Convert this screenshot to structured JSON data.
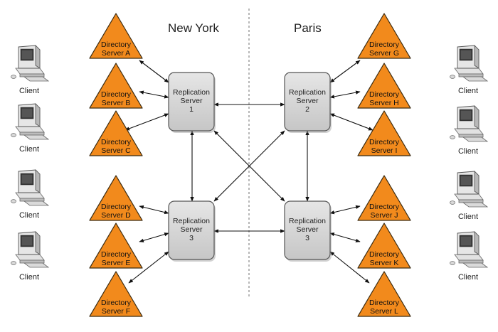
{
  "regions": {
    "left": "New York",
    "right": "Paris"
  },
  "client_label": "Client",
  "directory_servers": [
    {
      "line1": "Directory",
      "line2": "Server A"
    },
    {
      "line1": "Directory",
      "line2": "Server B"
    },
    {
      "line1": "Directory",
      "line2": "Server C"
    },
    {
      "line1": "Directory",
      "line2": "Server D"
    },
    {
      "line1": "Directory",
      "line2": "Server E"
    },
    {
      "line1": "Directory",
      "line2": "Server F"
    },
    {
      "line1": "Directory",
      "line2": "Server G"
    },
    {
      "line1": "Directory",
      "line2": "Server H"
    },
    {
      "line1": "Directory",
      "line2": "Server I"
    },
    {
      "line1": "Directory",
      "line2": "Server J"
    },
    {
      "line1": "Directory",
      "line2": "Server K"
    },
    {
      "line1": "Directory",
      "line2": "Server L"
    }
  ],
  "replication_servers": [
    {
      "line1": "Replication",
      "line2": "Server",
      "line3": "1"
    },
    {
      "line1": "Replication",
      "line2": "Server",
      "line3": "2"
    },
    {
      "line1": "Replication",
      "line2": "Server",
      "line3": "3"
    },
    {
      "line1": "Replication",
      "line2": "Server",
      "line3": "3"
    }
  ],
  "colors": {
    "directory_fill": "#F28A1C",
    "directory_stroke": "#3a2a10",
    "replication_fill": "#D4D4D4",
    "replication_stroke": "#555555",
    "divider": "#888888"
  }
}
